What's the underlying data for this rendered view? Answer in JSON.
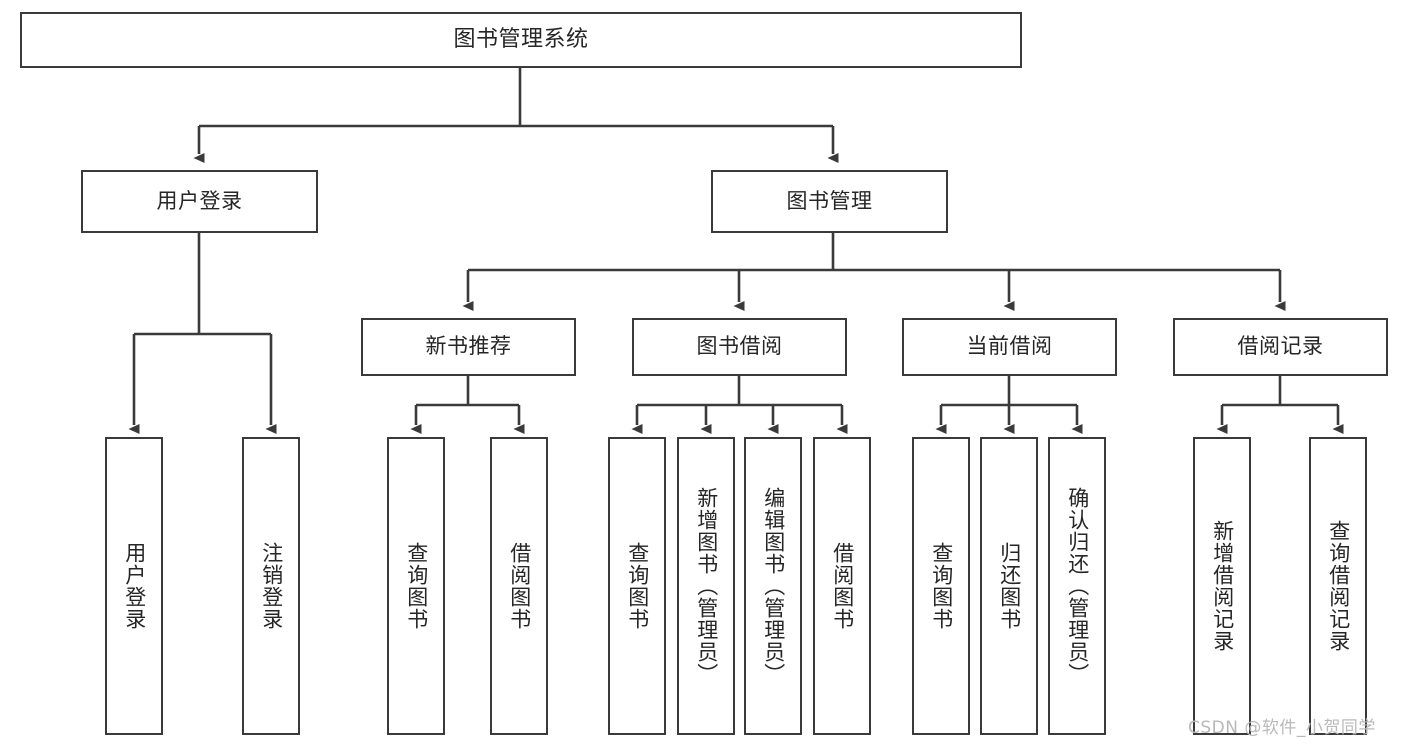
{
  "diagram": {
    "type": "tree-hierarchy",
    "title": "图书管理系统",
    "watermark": "CSDN @软件_小贺同学",
    "colors": {
      "box_border": "#3a3a3a",
      "box_fill": "#ffffff",
      "edge": "#3a3a3a",
      "text": "#262626",
      "watermark": "#b9b9b9",
      "background": "#ffffff"
    },
    "root": {
      "label": "图书管理系统"
    },
    "level1": [
      {
        "label": "用户登录"
      },
      {
        "label": "图书管理"
      }
    ],
    "level2": [
      {
        "label": "新书推荐",
        "parent": "图书管理"
      },
      {
        "label": "图书借阅",
        "parent": "图书管理"
      },
      {
        "label": "当前借阅",
        "parent": "图书管理"
      },
      {
        "label": "借阅记录",
        "parent": "图书管理"
      }
    ],
    "leaves": {
      "user_login": [
        {
          "label": "用户登录"
        },
        {
          "label": "注销登录"
        }
      ],
      "new_book_recommend": [
        {
          "label": "查询图书"
        },
        {
          "label": "借阅图书"
        }
      ],
      "book_borrow": [
        {
          "label": "查询图书"
        },
        {
          "label": "新增图书（管理员）"
        },
        {
          "label": "编辑图书（管理员）"
        },
        {
          "label": "借阅图书"
        }
      ],
      "current_borrow": [
        {
          "label": "查询图书"
        },
        {
          "label": "归还图书"
        },
        {
          "label": "确认归还（管理员）"
        }
      ],
      "borrow_record": [
        {
          "label": "新增借阅记录"
        },
        {
          "label": "查询借阅记录"
        }
      ]
    }
  }
}
